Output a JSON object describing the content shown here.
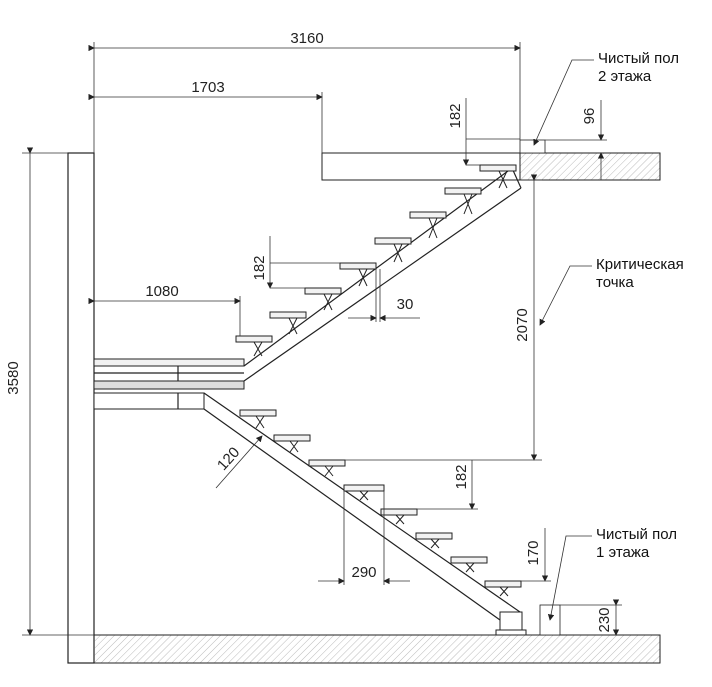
{
  "diagram": {
    "dimensions": {
      "total_width": "3160",
      "upper_landing_length": "1703",
      "total_height": "3580",
      "landing_width": "1080",
      "upper_riser_top": "182",
      "floor2_thickness": "96",
      "upper_riser_mid": "182",
      "overlap": "30",
      "critical_height": "2070",
      "lower_riser": "182",
      "stringer_width": "120",
      "tread_depth": "290",
      "first_riser": "170",
      "floor1_thickness": "230"
    },
    "notes": {
      "floor2": [
        "Чистый пол",
        "2 этажа"
      ],
      "critical": [
        "Критическая",
        "точка"
      ],
      "floor1": [
        "Чистый пол",
        "1 этажа"
      ]
    }
  }
}
